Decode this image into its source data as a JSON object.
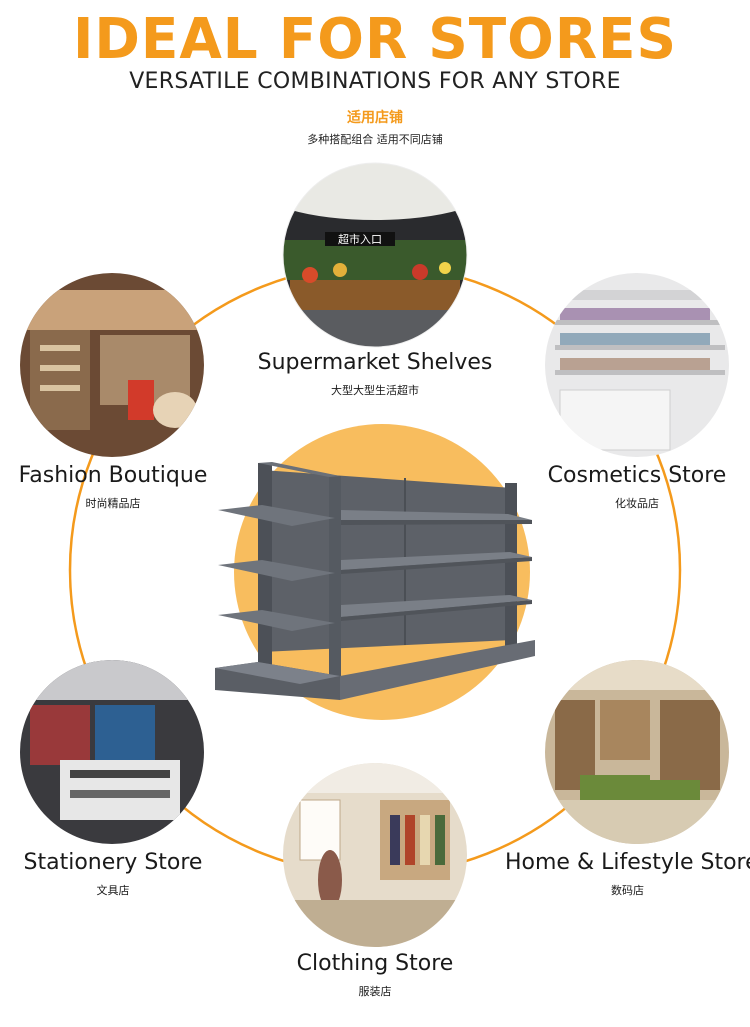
{
  "header": {
    "title": "IDEAL FOR STORES",
    "subtitle": "VERSATILE COMBINATIONS FOR ANY STORE",
    "title_cn": "适用店铺",
    "subtitle_cn": "多种搭配组合 适用不同店铺"
  },
  "colors": {
    "accent": "#f49a1c",
    "center_disc": "#f8bd5e",
    "shelf": "#5b5f66"
  },
  "stores": [
    {
      "label": "Supermarket Shelves",
      "label_cn": "大型大型生活超市"
    },
    {
      "label": "Fashion Boutique",
      "label_cn": "时尚精品店"
    },
    {
      "label": "Cosmetics Store",
      "label_cn": "化妆品店"
    },
    {
      "label": "Stationery Store",
      "label_cn": "文具店"
    },
    {
      "label": "Home & Lifestyle Store",
      "label_cn": "数码店"
    },
    {
      "label": "Clothing Store",
      "label_cn": "服装店"
    }
  ],
  "photo_sign_text": "超市入口"
}
